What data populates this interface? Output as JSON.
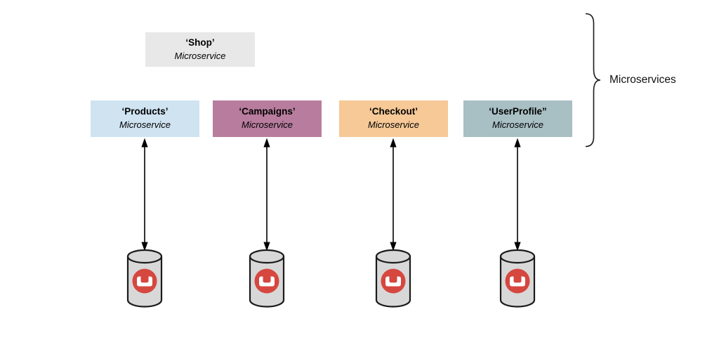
{
  "diagram": {
    "shop": {
      "name": "‘Shop’",
      "type_label": "Microservice",
      "color": "#e8e8e8"
    },
    "services": [
      {
        "name": "‘Products’",
        "type_label": "Microservice",
        "color": "#cfe3f1"
      },
      {
        "name": "‘Campaigns’",
        "type_label": "Microservice",
        "color": "#b87d9e"
      },
      {
        "name": "‘Checkout’",
        "type_label": "Microservice",
        "color": "#f6c997"
      },
      {
        "name": "‘UserProfile”",
        "type_label": "Microservice",
        "color": "#a8bfc4"
      }
    ],
    "group_label": "Microservices",
    "icons": {
      "database": "couchbase-database-cylinder-icon"
    },
    "colors": {
      "background": "#ffffff",
      "cylinder_fill": "#d8d8d8",
      "cylinder_stroke": "#1b1b1b",
      "couchbase_red": "#d5473f",
      "couchbase_glyph": "#ffffff",
      "arrow": "#000000",
      "brace": "#1a1a1a",
      "text": "#000000"
    }
  }
}
